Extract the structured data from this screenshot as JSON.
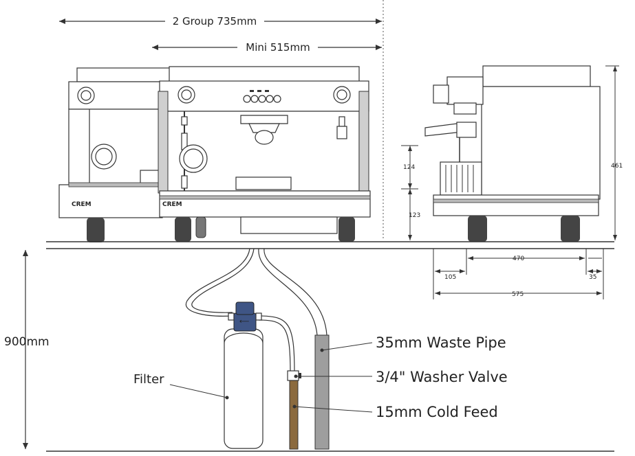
{
  "dimensions": {
    "two_group_width": "2 Group 735mm",
    "mini_width": "Mini 515mm",
    "counter_height": "900mm",
    "upper_height": "124",
    "lower_height": "123",
    "total_height": "461",
    "depth_inner": "470",
    "front_offset": "105",
    "rear_offset": "35",
    "total_depth": "575"
  },
  "brand": {
    "left_badge": "CREM",
    "right_badge": "CREM"
  },
  "callouts": {
    "filter": "Filter",
    "waste_pipe": "35mm Waste Pipe",
    "washer_valve": "3/4\" Washer Valve",
    "cold_feed": "15mm Cold Feed"
  },
  "colors": {
    "line": "#333333",
    "waste_pipe": "#9e9e9e",
    "cold_feed": "#8b6a3e",
    "filter_cap": "#3f5585",
    "machine_panel": "#dcdcdc"
  }
}
